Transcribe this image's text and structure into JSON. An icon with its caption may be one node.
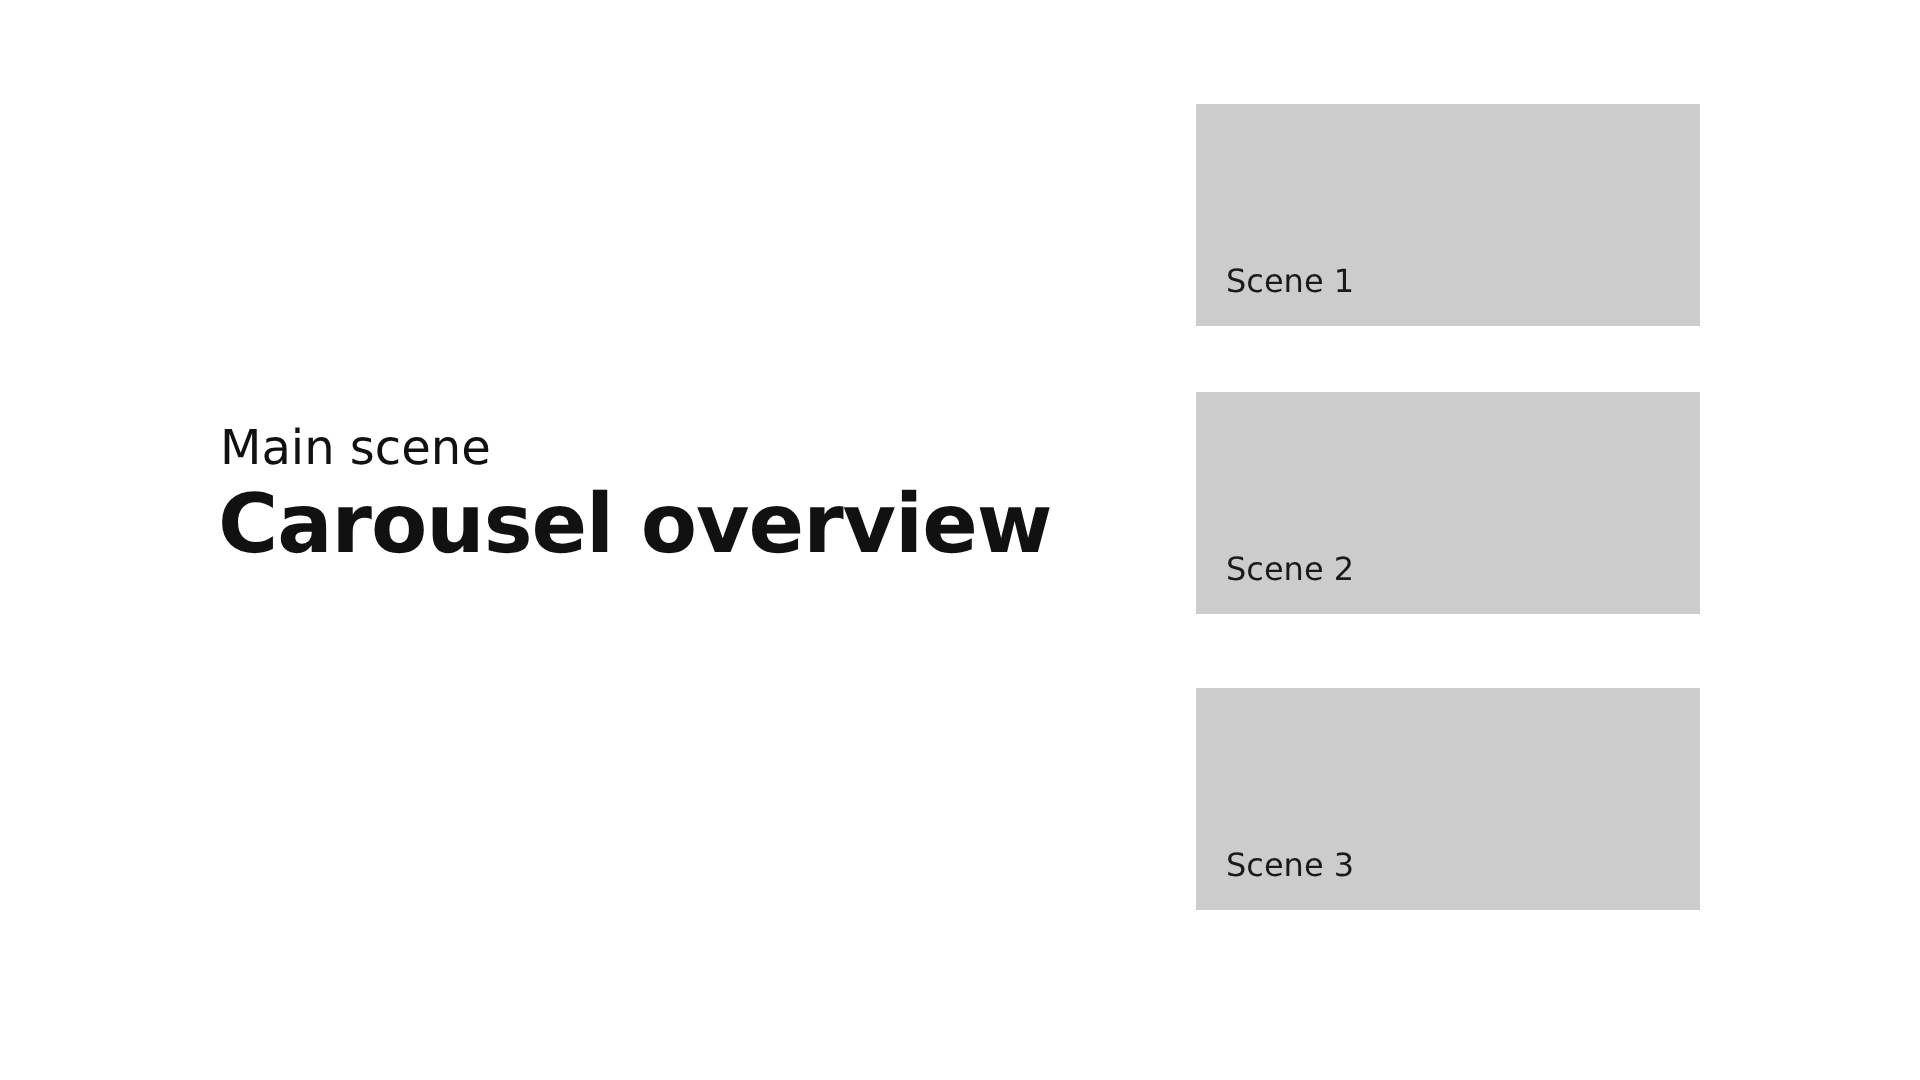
{
  "diagram": {
    "title": "Carousel overview",
    "nodes": [
      {
        "text": [
          "Scene 1"
        ]
      },
      {
        "text": [
          "Scene 2"
        ]
      },
      {
        "text": [
          "Scene 3"
        ]
      }
    ],
    "labels": [
      "Main scene"
    ]
  }
}
